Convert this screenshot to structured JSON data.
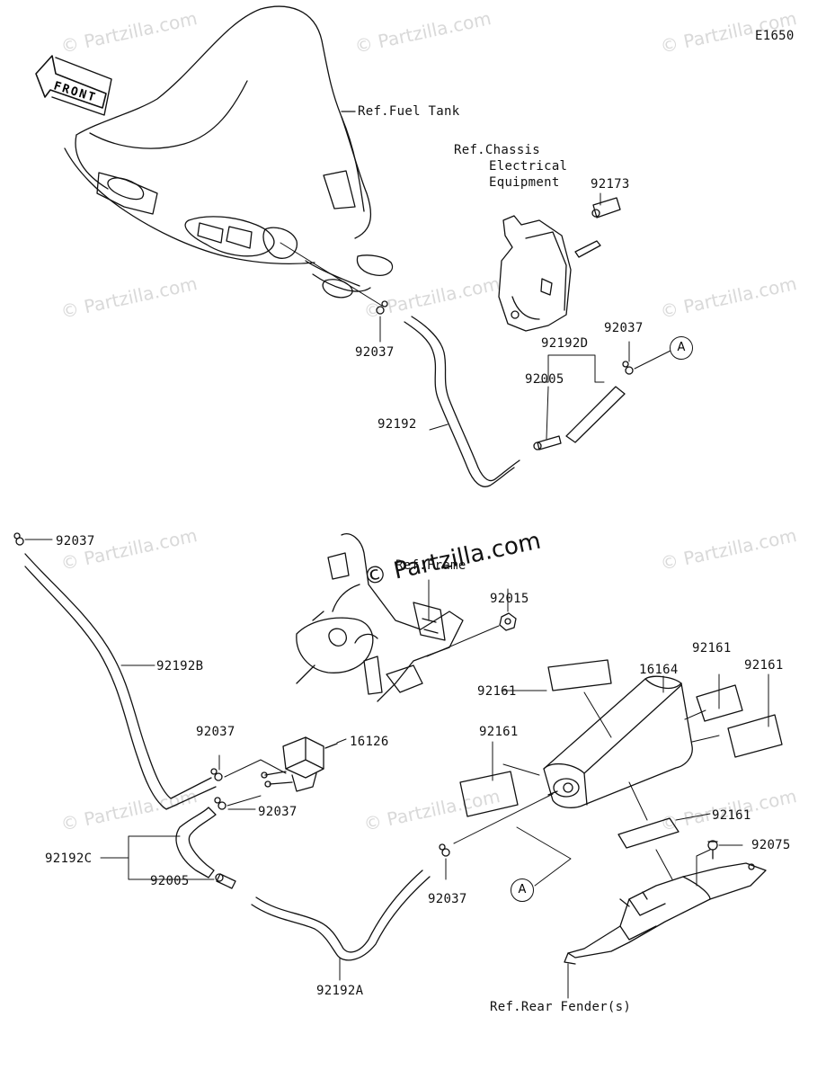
{
  "diagram_code": "E1650",
  "front_label": "FRONT",
  "watermark": "© Partzilla.com",
  "watermark_center": "© Partzilla.com",
  "refs": {
    "fuel_tank": "Ref.Fuel Tank",
    "chassis_l1": "Ref.Chassis",
    "chassis_l2": "Electrical",
    "chassis_l3": "Equipment",
    "frame": "Ref.Frame",
    "rear_fender": "Ref.Rear Fender(s)"
  },
  "callout_connector": "A",
  "parts": {
    "p92173": "92173",
    "p92037_tank": "92037",
    "p92037_upper": "92037",
    "p92192D": "92192D",
    "p92005_upper": "92005",
    "p92192_upper": "92192",
    "p92037_topleft": "92037",
    "p92192B": "92192B",
    "p92015": "92015",
    "p16126": "16126",
    "p92037_left1": "92037",
    "p92037_left2": "92037",
    "p92192C": "92192C",
    "p92005_lower": "92005",
    "p92192A": "92192A",
    "p92037_canister": "92037",
    "p16164": "16164",
    "p92161_a": "92161",
    "p92161_b": "92161",
    "p92161_c": "92161",
    "p92161_d": "92161",
    "p92161_e": "92161",
    "p92075": "92075"
  }
}
